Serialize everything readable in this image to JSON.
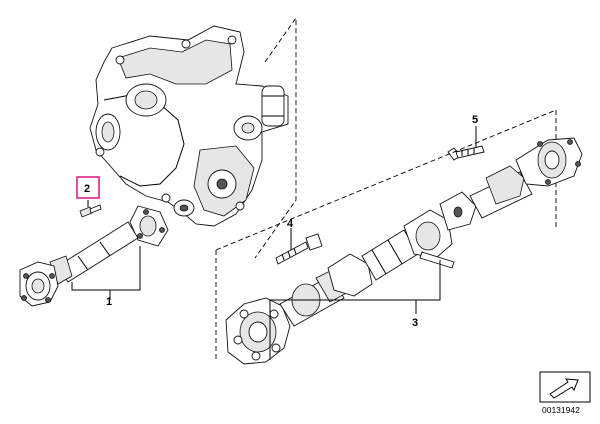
{
  "diagram": {
    "callouts": [
      {
        "id": "callout-1",
        "label": "1",
        "highlighted": false
      },
      {
        "id": "callout-2",
        "label": "2",
        "highlighted": true
      },
      {
        "id": "callout-3",
        "label": "3",
        "highlighted": false
      },
      {
        "id": "callout-4",
        "label": "4",
        "highlighted": false
      },
      {
        "id": "callout-5",
        "label": "5",
        "highlighted": false
      }
    ],
    "highlight_color": "#e0218a",
    "document_number": "00131942"
  }
}
